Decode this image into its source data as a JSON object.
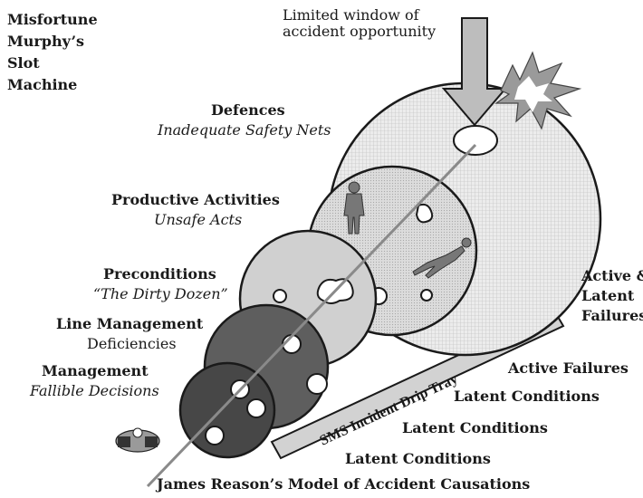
{
  "title_block": [
    "Misfortune",
    "Murphy’s",
    "Slot",
    "Machine"
  ],
  "window_label": [
    "Limited window of",
    "accident opportunity"
  ],
  "layers": [
    {
      "name": "Defences",
      "sub": "Inadequate Safety Nets",
      "sub_style": "italic"
    },
    {
      "name": "Productive Activities",
      "sub": "Unsafe Acts",
      "sub_style": "italic"
    },
    {
      "name": "Preconditions",
      "sub": "“The Dirty Dozen”",
      "sub_style": "italic"
    },
    {
      "name": "Line Management",
      "sub": "Deficiencies",
      "sub_style": "regular"
    },
    {
      "name": "Management",
      "sub": "Fallible Decisions",
      "sub_style": "italic"
    }
  ],
  "right_labels": {
    "active_latent": [
      "Active &",
      "Latent",
      "Failures"
    ],
    "active_failures": "Active Failures",
    "latent_conditions": [
      "Latent Conditions",
      "Latent Conditions",
      "Latent Conditions"
    ]
  },
  "tray_label": "SMS Incident Drip Tray",
  "caption": "James Reason’s Model of Accident Causations",
  "colors": {
    "disc_fill_large": "#e9e9e9",
    "disc_fill_mid": "#d6d6d6",
    "disc_fill_small": "#cfcfcf",
    "disc_fill_dark": "#5e5e5e",
    "disc_fill_darkest": "#474747",
    "outline": "#1a1a1a",
    "arrow_fill": "#bdbdbd",
    "tray_fill": "#d2d2d2"
  }
}
